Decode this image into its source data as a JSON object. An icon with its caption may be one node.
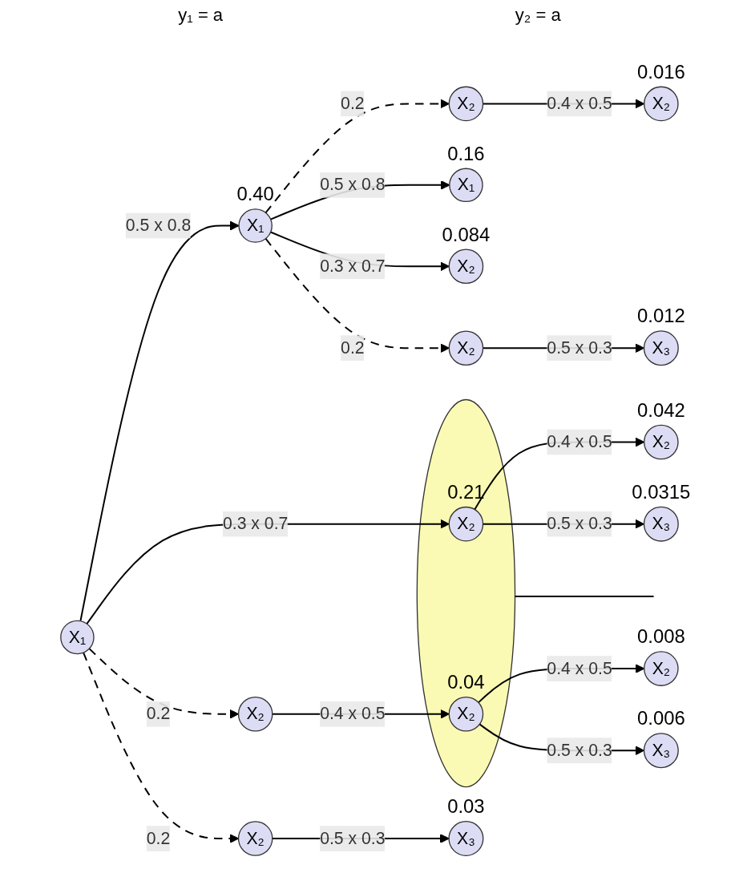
{
  "diagram": {
    "nodes": [
      {
        "text": [
          "X₁"
        ]
      },
      {
        "text": [
          "X₁"
        ],
        "beside": [
          "0.40"
        ]
      },
      {
        "text": [
          "X₁"
        ],
        "beside": [
          "0.16"
        ]
      },
      {
        "text": [
          "X₂"
        ],
        "beside": [
          "0.084"
        ]
      },
      {
        "text": [
          "X₂"
        ]
      },
      {
        "text": [
          "X₂"
        ],
        "beside": [
          "0.016"
        ]
      },
      {
        "text": [
          "X₂"
        ]
      },
      {
        "text": [
          "X₃"
        ],
        "beside": [
          "0.012"
        ]
      },
      {
        "text": [],
        "shape": "ellipse"
      },
      {
        "text": [
          "X₂"
        ],
        "beside": [
          "0.21"
        ],
        "in": 8
      },
      {
        "text": [
          "X₂"
        ],
        "beside": [
          "0.042"
        ]
      },
      {
        "text": [
          "X₃"
        ],
        "beside": [
          "0.0315"
        ]
      },
      {
        "text": [
          "X₂"
        ]
      },
      {
        "text": [
          "X₂"
        ],
        "beside": [
          "0.04"
        ],
        "in": 8
      },
      {
        "text": [
          "X₂"
        ],
        "beside": [
          "0.008"
        ]
      },
      {
        "text": [
          "X₃"
        ],
        "beside": [
          "0.006"
        ]
      },
      {
        "text": [
          "X₂"
        ]
      },
      {
        "text": [
          "X₃"
        ],
        "beside": [
          "0.03"
        ]
      }
    ],
    "edges": [
      {
        "from": 0,
        "to": 1,
        "arrow": "to",
        "label": "0.5 x 0.8"
      },
      {
        "from": 0,
        "to": 9,
        "arrow": "to",
        "label": "0.3 x 0.7"
      },
      {
        "from": 0,
        "to": 12,
        "arrow": "to",
        "label": "0.2",
        "style": "dashed"
      },
      {
        "from": 0,
        "to": 16,
        "arrow": "to",
        "label": "0.2",
        "style": "dashed"
      },
      {
        "from": 1,
        "to": 2,
        "arrow": "to",
        "label": "0.5 x 0.8"
      },
      {
        "from": 1,
        "to": 3,
        "arrow": "to",
        "label": "0.3 x 0.7"
      },
      {
        "from": 1,
        "to": 4,
        "arrow": "to",
        "label": "0.2",
        "style": "dashed"
      },
      {
        "from": 1,
        "to": 6,
        "arrow": "to",
        "label": "0.2",
        "style": "dashed"
      },
      {
        "from": 4,
        "to": 5,
        "arrow": "to",
        "label": "0.4 x 0.5"
      },
      {
        "from": 6,
        "to": 7,
        "arrow": "to",
        "label": "0.5 x 0.3"
      },
      {
        "from": 9,
        "to": 10,
        "arrow": "to",
        "label": "0.4 x 0.5"
      },
      {
        "from": 9,
        "to": 11,
        "arrow": "to",
        "label": "0.5 x 0.3"
      },
      {
        "from": 12,
        "to": 13,
        "arrow": "to",
        "label": "0.4 x 0.5"
      },
      {
        "from": 13,
        "to": 14,
        "arrow": "to",
        "label": "0.4 x 0.5"
      },
      {
        "from": 13,
        "to": 15,
        "arrow": "to",
        "label": "0.5 x 0.3"
      },
      {
        "from": 16,
        "to": 17,
        "arrow": "to",
        "label": "0.5 x 0.3"
      },
      {
        "from": 8,
        "to": null,
        "arrow": "none"
      }
    ],
    "labels": [
      "y₁ = a",
      "y₂ = a"
    ]
  }
}
